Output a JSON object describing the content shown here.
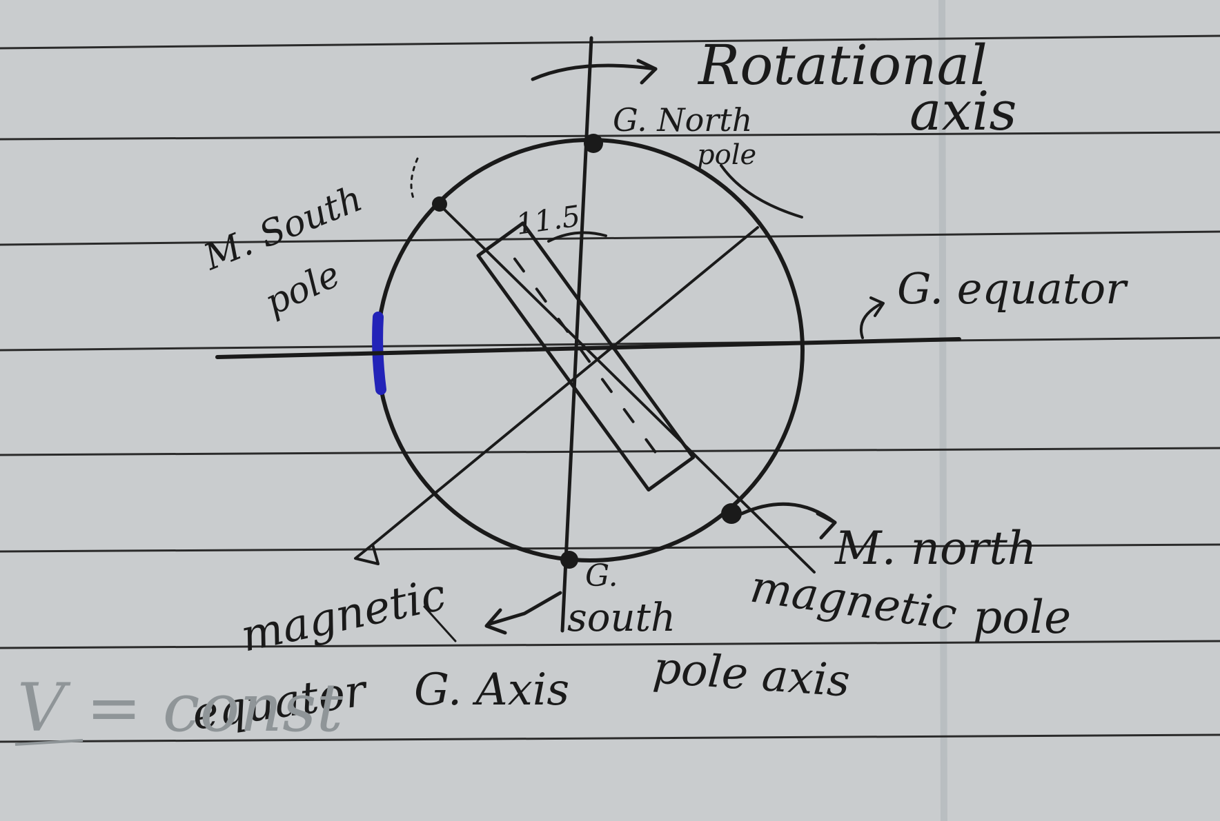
{
  "diagram": {
    "labels": {
      "rotational_axis_line1": "Rotational",
      "rotational_axis_line2": "axis",
      "geo_north_pole_line1": "G. North",
      "geo_north_pole_line2": "pole",
      "mag_south_pole_line1": "M. South",
      "mag_south_pole_line2": "pole",
      "angle": "11.5",
      "geo_equator": "G. equator",
      "mag_north_pole_line1": "M. north",
      "mag_north_pole_line2": "pole",
      "magnetic_line": "magnetic",
      "equator_line": "equator",
      "geo_south_line1": "G.",
      "geo_south_line2": "south",
      "g_axis": "G. Axis",
      "magnetic_pole_axis_line1": "magnetic",
      "magnetic_pole_axis_line2": "pole axis",
      "bottom_fraction": "V = const"
    },
    "colors": {
      "paper": "#c9ccce",
      "rule_line": "#2a2a2a",
      "ink": "#1a1a1a",
      "highlight": "#2323b8"
    }
  }
}
